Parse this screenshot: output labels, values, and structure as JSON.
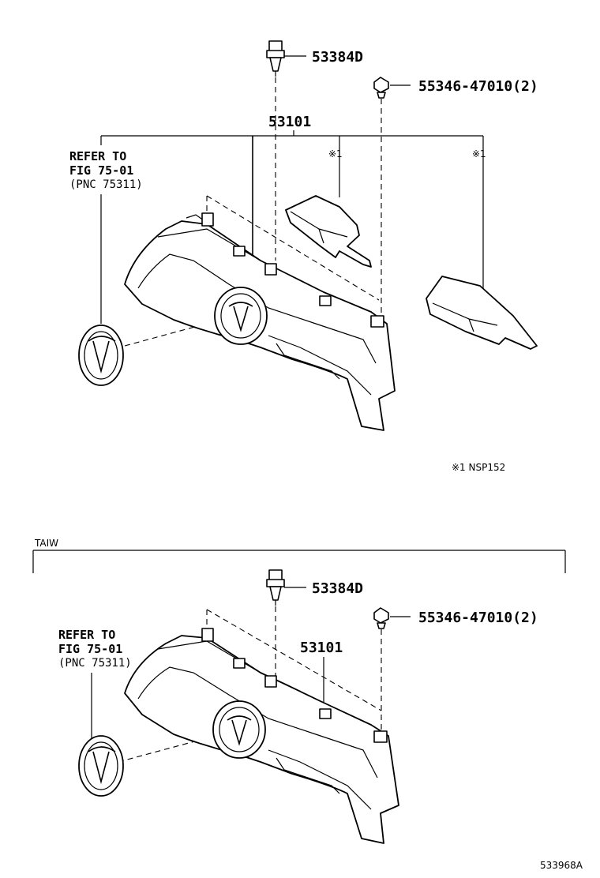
{
  "top": {
    "clip_part": "53384D",
    "screw_part": "55346-47010(2)",
    "grille_part": "53101",
    "refer_line1": "REFER TO",
    "refer_line2": "FIG 75-01",
    "refer_line3": "(PNC 75311)",
    "note_mark_left": "※1",
    "note_mark_right": "※1",
    "footnote": "※1 NSP152"
  },
  "bottom": {
    "section_label": "TAIW",
    "clip_part": "53384D",
    "screw_part": "55346-47010(2)",
    "grille_part": "53101",
    "refer_line1": "REFER TO",
    "refer_line2": "FIG 75-01",
    "refer_line3": "(PNC 75311)"
  },
  "diagram_id": "533968A"
}
